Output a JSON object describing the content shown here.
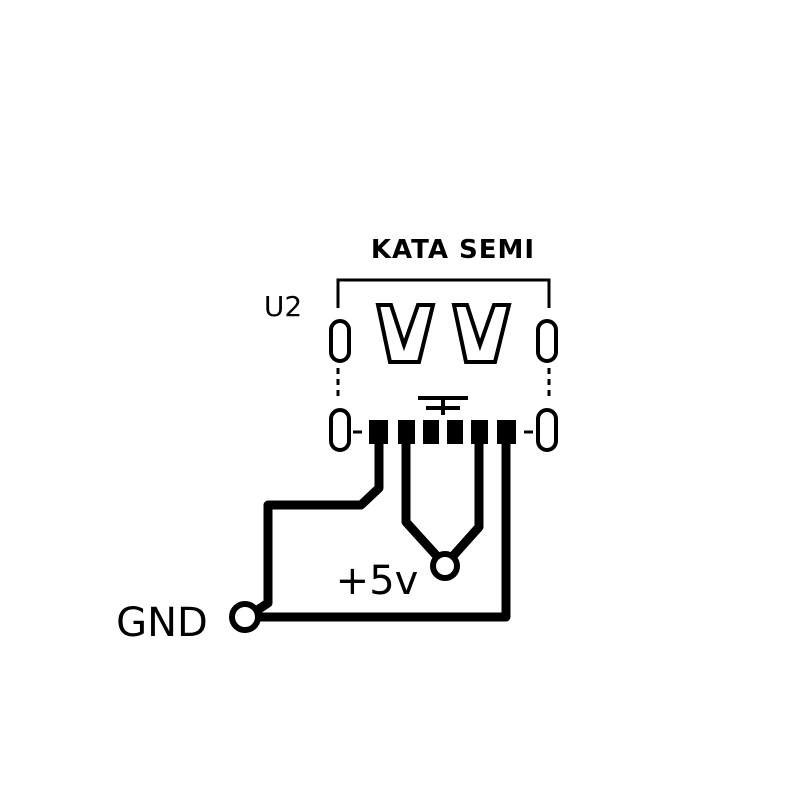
{
  "component": {
    "ref": "U2",
    "manufacturer": "KATA SEMI"
  },
  "nets": {
    "gnd": "GND",
    "vcc": "+5v"
  },
  "colors": {
    "ink": "#000000",
    "paper": "#ffffff"
  }
}
